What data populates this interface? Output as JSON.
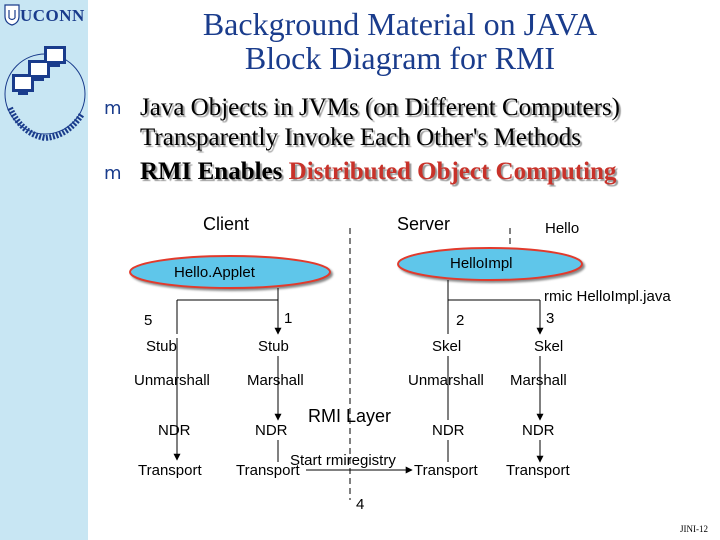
{
  "header": {
    "logo_text": "UCONN"
  },
  "title": {
    "line1": "Background Material on JAVA",
    "line2": "Block Diagram for RMI"
  },
  "bullets": [
    {
      "marker": "m",
      "line1": "Java Objects in JVMs (on Different Computers)",
      "line2": "Transparently Invoke Each Other's Methods"
    },
    {
      "marker": "m",
      "plain": "RMI Enables ",
      "highlight": "Distributed Object Computing"
    }
  ],
  "diagram": {
    "client_label": "Client",
    "server_label": "Server",
    "hello_label": "Hello",
    "hello_applet": "Hello.Applet",
    "hello_impl": "HelloImpl",
    "rmic_label": "rmic HelloImpl.java",
    "step_3": "3",
    "step_5": "5",
    "step_1": "1",
    "step_2": "2",
    "step_4": "4",
    "stub_1": "Stub",
    "stub_2": "Stub",
    "skel_1": "Skel",
    "skel_2": "Skel",
    "unmarshall_1": "Unmarshall",
    "marshall_1": "Marshall",
    "unmarshall_2": "Unmarshall",
    "marshall_2": "Marshall",
    "rmi_layer": "RMI Layer",
    "ndr_1": "NDR",
    "ndr_2": "NDR",
    "ndr_3": "NDR",
    "ndr_4": "NDR",
    "transport_1": "Transport",
    "transport_2": "Transport",
    "transport_3": "Transport",
    "transport_4": "Transport",
    "start_rmiregistry": "Start rmiregistry"
  },
  "footer": {
    "slide_number": "JINI-12"
  },
  "colors": {
    "title": "#1a3c8c",
    "highlight": "#c8322a",
    "ellipse_fill": "#5fc6ea",
    "ellipse_stroke": "#e23a2c",
    "sidebar": "#c8e6f3"
  }
}
